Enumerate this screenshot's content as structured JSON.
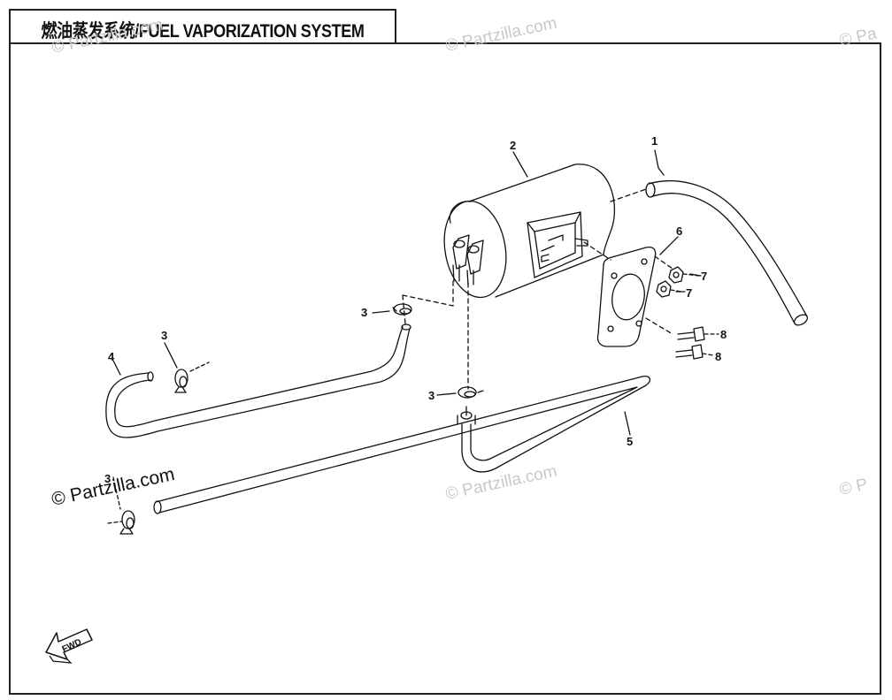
{
  "title": "燃油蒸发系统/FUEL VAPORIZATION SYSTEM",
  "watermark": "© Partzilla.com",
  "watermark_partial": "© Pa",
  "watermark_partial_alt": "© P",
  "fwd_label": "FWD",
  "callouts": {
    "c1": "1",
    "c2": "2",
    "c3a": "3",
    "c3b": "3",
    "c3c": "3",
    "c3d": "3",
    "c4": "4",
    "c5": "5",
    "c6": "6",
    "c7a": "7",
    "c7b": "7",
    "c8a": "8",
    "c8b": "8"
  },
  "colors": {
    "line": "#111111",
    "watermark": "#c8c8c8",
    "background": "#ffffff"
  }
}
